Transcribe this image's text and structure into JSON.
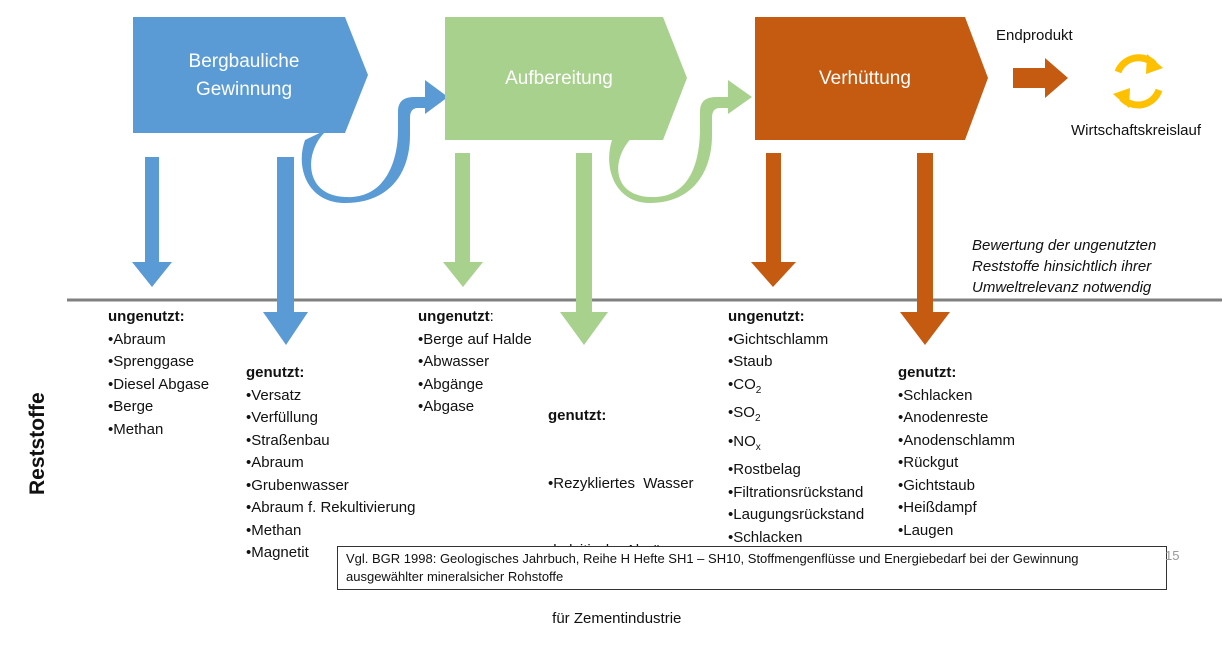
{
  "stages": [
    {
      "line1": "Bergbauliche",
      "line2": "Gewinnung",
      "color": "#5b9bd5"
    },
    {
      "line1": "Aufbereitung",
      "line2": "",
      "color": "#a9d18e"
    },
    {
      "line1": "Verhüttung",
      "line2": "",
      "color": "#c55a11"
    }
  ],
  "end_product": {
    "label": "Endprodukt",
    "cycle_label": "Wirtschaftskreislauf",
    "cycle_color": "#ffc000"
  },
  "side_title": "Reststoffe",
  "note": {
    "line1": "Bewertung der ungenutzten",
    "line2": "Reststoffe hinsichtlich ihrer",
    "line3": "Umweltrelevanz notwendig"
  },
  "lists": {
    "mining_unused": {
      "head": "ungenutzt:",
      "items": [
        "•Abraum",
        "•Sprenggase",
        "•Diesel Abgase",
        "•Berge",
        "•Methan"
      ]
    },
    "mining_used": {
      "head": "genutzt:",
      "items": [
        "•Versatz",
        "•Verfüllung",
        "•Straßenbau",
        "•Abraum",
        "•Grubenwasser",
        "•Abraum f. Rekultivierung",
        "•Methan",
        "•Magnetit"
      ]
    },
    "processing_unused": {
      "head": "ungenutzt",
      "head_suffix": ":",
      "items": [
        "•Berge auf Halde",
        "•Abwasser",
        "•Abgänge",
        "•Abgase"
      ]
    },
    "processing_used": {
      "head": "genutzt:",
      "items": [
        "•Rezykliertes  Wasser",
        "•kalzitische Abgänge",
        " für Zementindustrie"
      ]
    },
    "smelting_unused": {
      "head": "ungenutzt:",
      "items": [
        "•Gichtschlamm",
        "•Staub"
      ],
      "co2": {
        "pre": "•CO",
        "sub": "2"
      },
      "so2": {
        "pre": "•SO",
        "sub": "2"
      },
      "nox": {
        "pre": "•NO",
        "sub": "x"
      },
      "items_after": [
        "•Rostbelag",
        "•Filtrationsrückstand",
        "•Laugungsrückstand",
        "•Schlacken"
      ]
    },
    "smelting_used": {
      "head": "genutzt:",
      "items": [
        "•Schlacken",
        "•Anodenreste",
        "•Anodenschlamm",
        "•Rückgut",
        "•Gichtstaub",
        "•Heißdampf",
        "•Laugen"
      ]
    }
  },
  "reference": {
    "line1": "Vgl. BGR 1998: Geologisches Jahrbuch, Reihe H Hefte SH1 – SH10, Stoffmengenflüsse und Energiebedarf bei der Gewinnung",
    "line2": "ausgewählter mineralsicher Rohstoffe"
  },
  "page_number": "15"
}
